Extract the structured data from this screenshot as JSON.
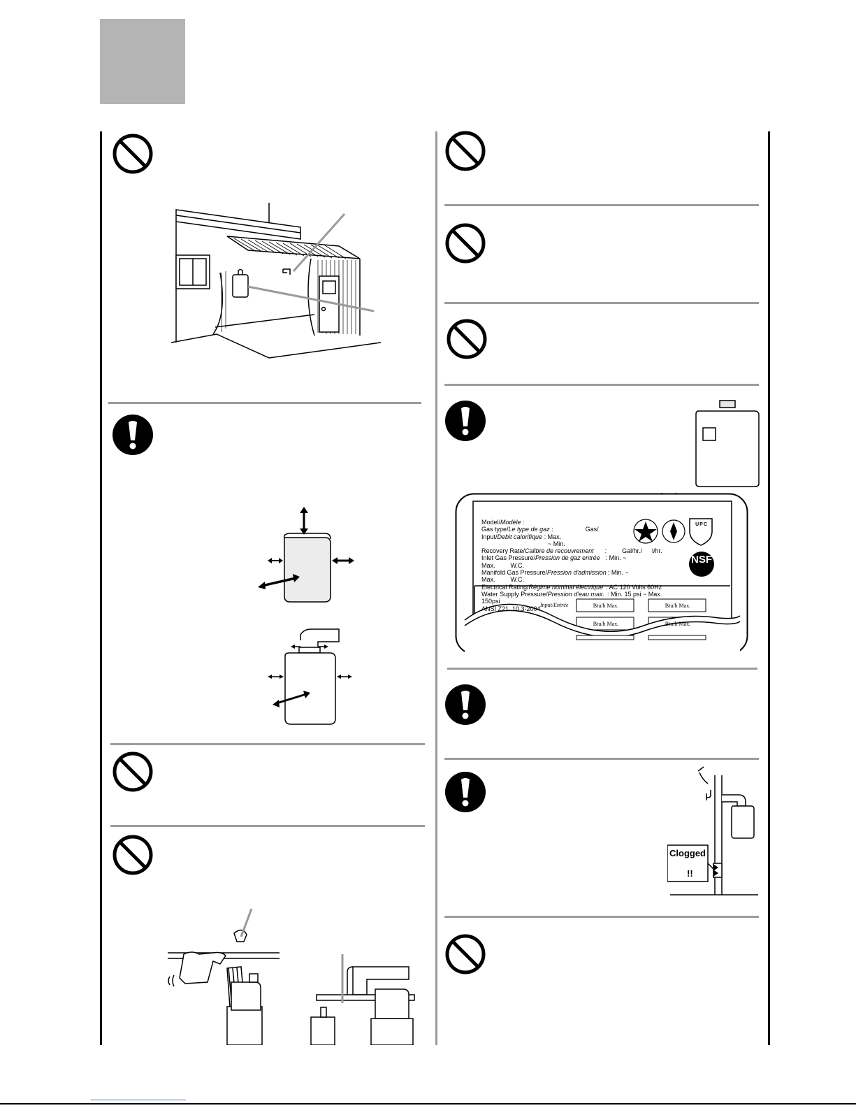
{
  "nameplate": {
    "model": "Model/",
    "model_fr": "Modèle",
    "model_colon": "  :",
    "gas_type": "Gas type/",
    "gas_type_fr": "Le type de gaz",
    "gas_type_colon": " :",
    "gas_value": "Gas/",
    "input": "Input/",
    "input_fr": "Debit calorifique",
    "input_max": " : Max.",
    "input_min": "~ Min.",
    "recovery": "Recovery Rate/",
    "recovery_fr": "Calibre de recouvrement",
    "recovery_colon": ":",
    "recovery_units_gal": "Gal/hr./",
    "recovery_units_l": "l/hr.",
    "inlet": "Inlet Gas Pressure/",
    "inlet_fr": "Pression de gaz entrée",
    "inlet_values": ": Min.        ~ Max.",
    "inlet_wc": "W.C.",
    "manifold": "Manifold Gas Pressure/",
    "manifold_fr": "Pression d'admission",
    "manifold_values": ": Min.        ~ Max.",
    "manifold_wc": "W.C.",
    "electrical": "Electrical Rating/",
    "electrical_fr": "Régime nominal électrique",
    "electrical_value": ": AC 120 Volts 60Hz",
    "water": "Water Supply Pressure/",
    "water_fr": "Pression d'eau max.",
    "water_value": ": Min.  15 psi ~ Max. 150psi",
    "standard": "ANSI Z21. 10.3-2004",
    "input_entree": "Input/Entrée",
    "btuh_max": "Btu/h Max.",
    "nsf_logo": "NSF",
    "upc_logo": "UPC"
  },
  "clogged_sign": {
    "title": "Clogged",
    "marks": "!!"
  },
  "icons": {
    "prohibition": "prohibition-icon",
    "mandatory": "mandatory-action-icon"
  }
}
